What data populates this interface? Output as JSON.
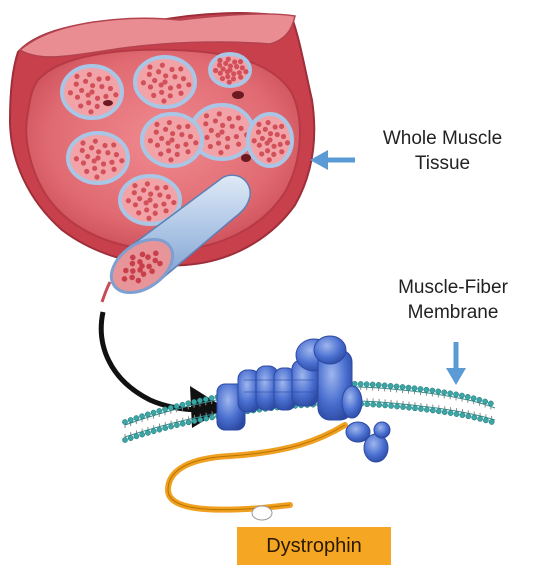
{
  "labels": {
    "whole_muscle_line1": "Whole Muscle",
    "whole_muscle_line2": "Tissue",
    "membrane_line1": "Muscle-Fiber",
    "membrane_line2": "Membrane",
    "dystrophin": "Dystrophin"
  },
  "colors": {
    "tissue_red": "#d9545f",
    "fascicle_blue": "#a9c6e6",
    "arrow_blue": "#5b9bd5",
    "protein_blue": "#3f63c4",
    "membrane_teal": "#3aa6a6",
    "dystrophin_orange": "#f5a623"
  },
  "icons": [
    "blue-arrow-left-icon",
    "blue-arrow-down-icon",
    "black-curved-arrow-icon"
  ]
}
